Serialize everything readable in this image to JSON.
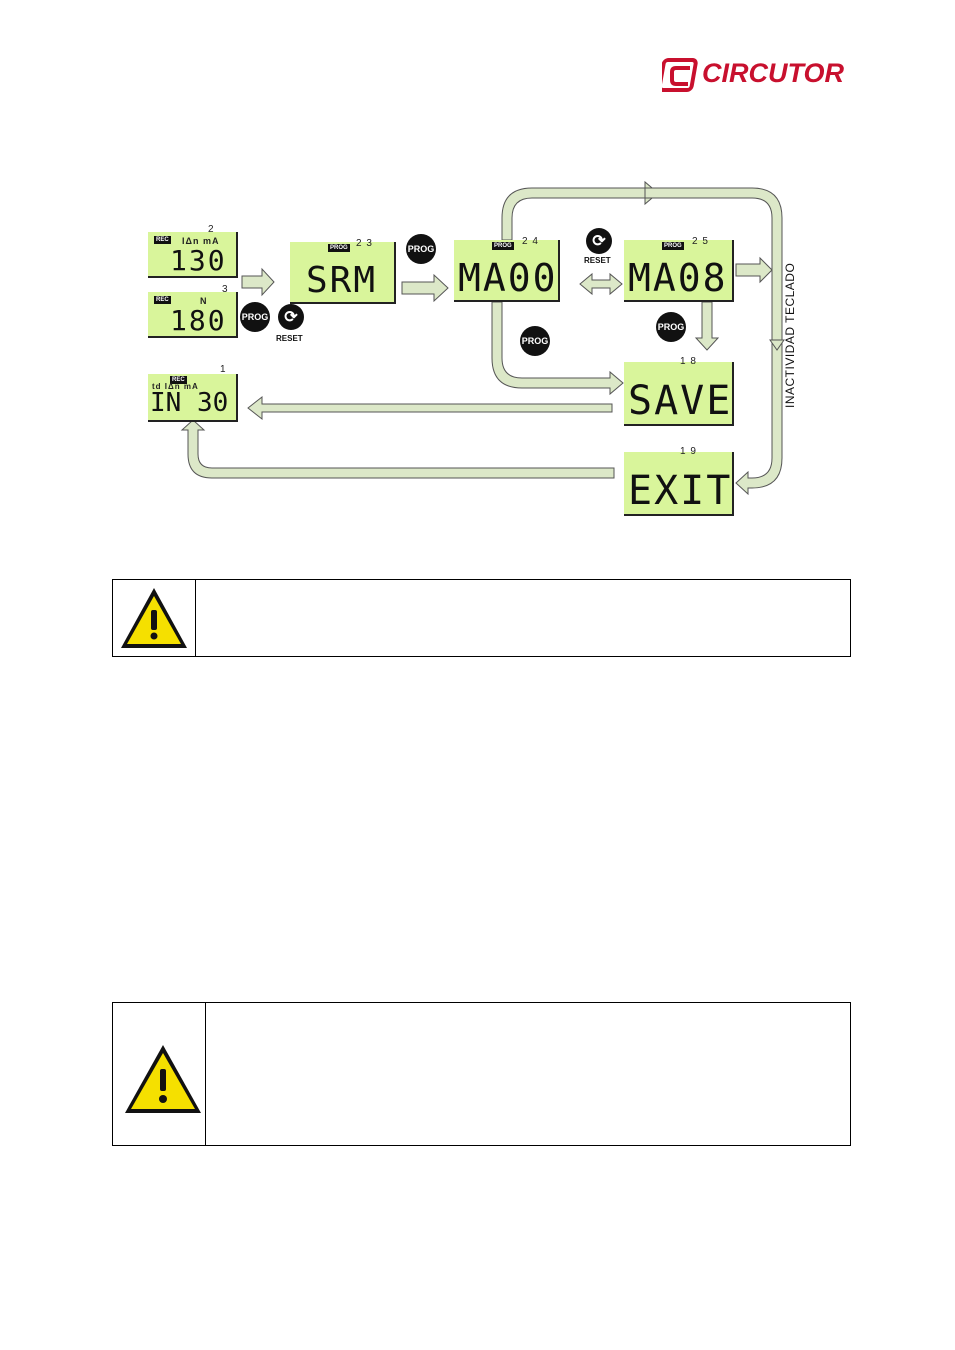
{
  "header": {
    "logo_text": "CIRCUTOR",
    "brand_color": "#c8102e"
  },
  "diagram": {
    "lcd_color": "#d9f59b",
    "arrow_color": "#dce8c8",
    "screens": {
      "top_left": {
        "tag": "REC",
        "num": "2",
        "units": "IΔn mA",
        "value": "130"
      },
      "mid_left": {
        "tag": "REC",
        "num": "3",
        "units": "N",
        "value": "180"
      },
      "bottom_left": {
        "tag": "REC",
        "num": "1",
        "units": "td   IΔn  mA",
        "value": "IN 30"
      },
      "srm": {
        "tag": "PROG",
        "num": "2 3",
        "value": "SRM"
      },
      "ma00": {
        "tag": "PROG",
        "num": "2 4",
        "value": "MA00"
      },
      "ma08": {
        "tag": "PROG",
        "num": "2 5",
        "value": "MA08"
      },
      "save": {
        "num": "1 8",
        "value": "SAVE"
      },
      "exit": {
        "num": "1 9",
        "value": "EXIT"
      }
    },
    "buttons": {
      "prog": "PROG",
      "reset": "RESET"
    },
    "vertical_label": "INACTIVIDAD  TECLADO"
  },
  "warning_boxes": [
    {
      "icon": "warning-triangle-icon",
      "text": ""
    },
    {
      "icon": "warning-triangle-icon",
      "text": ""
    }
  ]
}
